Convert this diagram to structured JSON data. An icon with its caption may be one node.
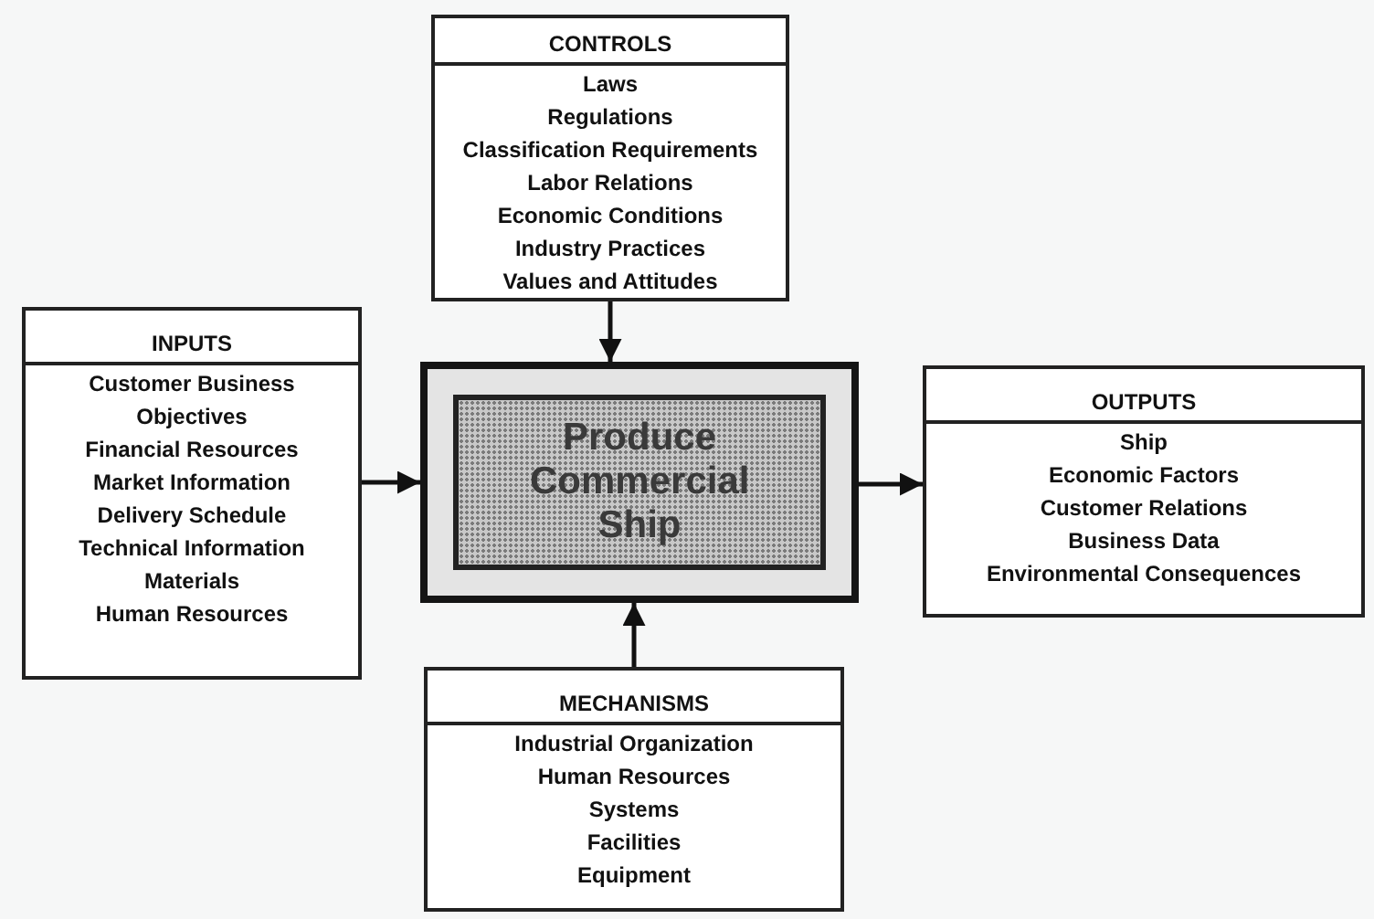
{
  "diagram": {
    "nodes": [
      {
        "text": [
          "CONTROLS",
          "Laws",
          "Regulations",
          "Classification Requirements",
          "Labor Relations",
          "Economic Conditions",
          "Industry Practices",
          "Values and Attitudes"
        ]
      },
      {
        "text": [
          "INPUTS",
          "Customer Business Objectives",
          "Financial Resources",
          "Market Information",
          "Delivery Schedule",
          "Technical Information",
          "Materials",
          "Human Resources"
        ]
      },
      {
        "text": [
          "Produce Commercial Ship"
        ]
      },
      {
        "text": [
          "OUTPUTS",
          "Ship",
          "Economic Factors",
          "Customer Relations",
          "Business Data",
          "Environmental Consequences"
        ]
      },
      {
        "text": [
          "MECHANISMS",
          "Industrial Organization",
          "Human Resources",
          "Systems",
          "Facilities",
          "Equipment"
        ]
      }
    ],
    "edges": [
      {
        "from": 0,
        "to": 2,
        "arrow": "to"
      },
      {
        "from": 1,
        "to": 2,
        "arrow": "to"
      },
      {
        "from": 2,
        "to": 3,
        "arrow": "to"
      },
      {
        "from": 4,
        "to": 2,
        "arrow": "to"
      }
    ]
  }
}
